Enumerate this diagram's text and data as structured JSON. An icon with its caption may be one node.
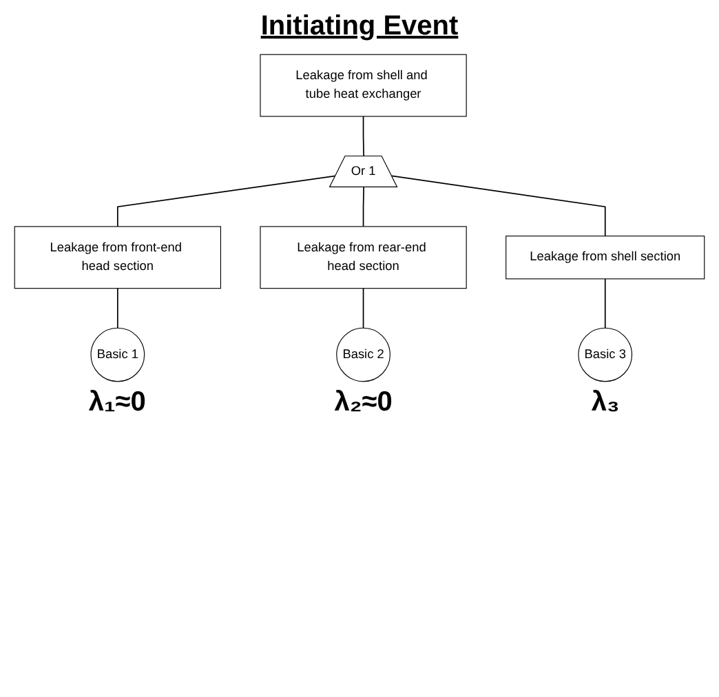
{
  "diagram": {
    "title": "Initiating Event",
    "nodes": [
      {
        "text": [
          "Leakage from shell and tube heat exchanger"
        ]
      },
      {
        "text": [
          "Or 1"
        ]
      },
      {
        "text": [
          "Leakage from front-end head section"
        ]
      },
      {
        "text": [
          "Leakage from rear-end head section"
        ]
      },
      {
        "text": [
          "Leakage from shell section"
        ]
      },
      {
        "text": [
          "Basic 1"
        ],
        "beside": [
          "λ₁≈0"
        ]
      },
      {
        "text": [
          "Basic 2"
        ],
        "beside": [
          "λ₂≈0"
        ]
      },
      {
        "text": [
          "Basic 3"
        ],
        "beside": [
          "λ₃"
        ]
      }
    ],
    "edges": [
      {
        "from": 0,
        "to": 1,
        "arrow": "none"
      },
      {
        "from": 1,
        "to": 2,
        "arrow": "none"
      },
      {
        "from": 1,
        "to": 3,
        "arrow": "none"
      },
      {
        "from": 1,
        "to": 4,
        "arrow": "none"
      },
      {
        "from": 2,
        "to": 5,
        "arrow": "none"
      },
      {
        "from": 3,
        "to": 6,
        "arrow": "none"
      },
      {
        "from": 4,
        "to": 7,
        "arrow": "none"
      }
    ]
  }
}
